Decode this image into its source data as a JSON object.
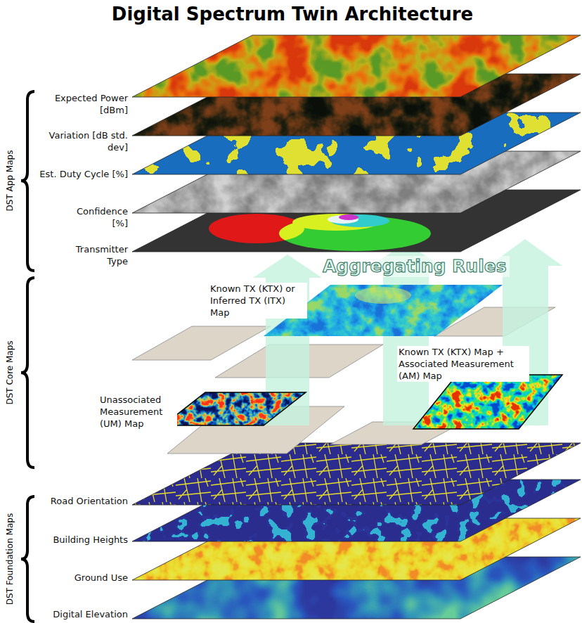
{
  "diagram": {
    "title": "Digital Spectrum Twin Architecture",
    "labels": [
      "DST App Maps",
      "Expected Power [dBm]",
      "Variation [dB std. dev]",
      "Est. Duty Cycle [%]",
      "Confidence [%]",
      "Transmitter Type",
      "Aggregating Rules",
      "DST Core Maps",
      "Known TX (KTX) or Inferred TX (ITX) Map",
      "Known TX (KTX) Map + Associated Measurement (AM) Map",
      "Unassociated Measurement (UM) Map",
      "DST Foundation Maps",
      "Road Orientation",
      "Building Heights",
      "Ground Use",
      "Digital Elevation"
    ]
  }
}
